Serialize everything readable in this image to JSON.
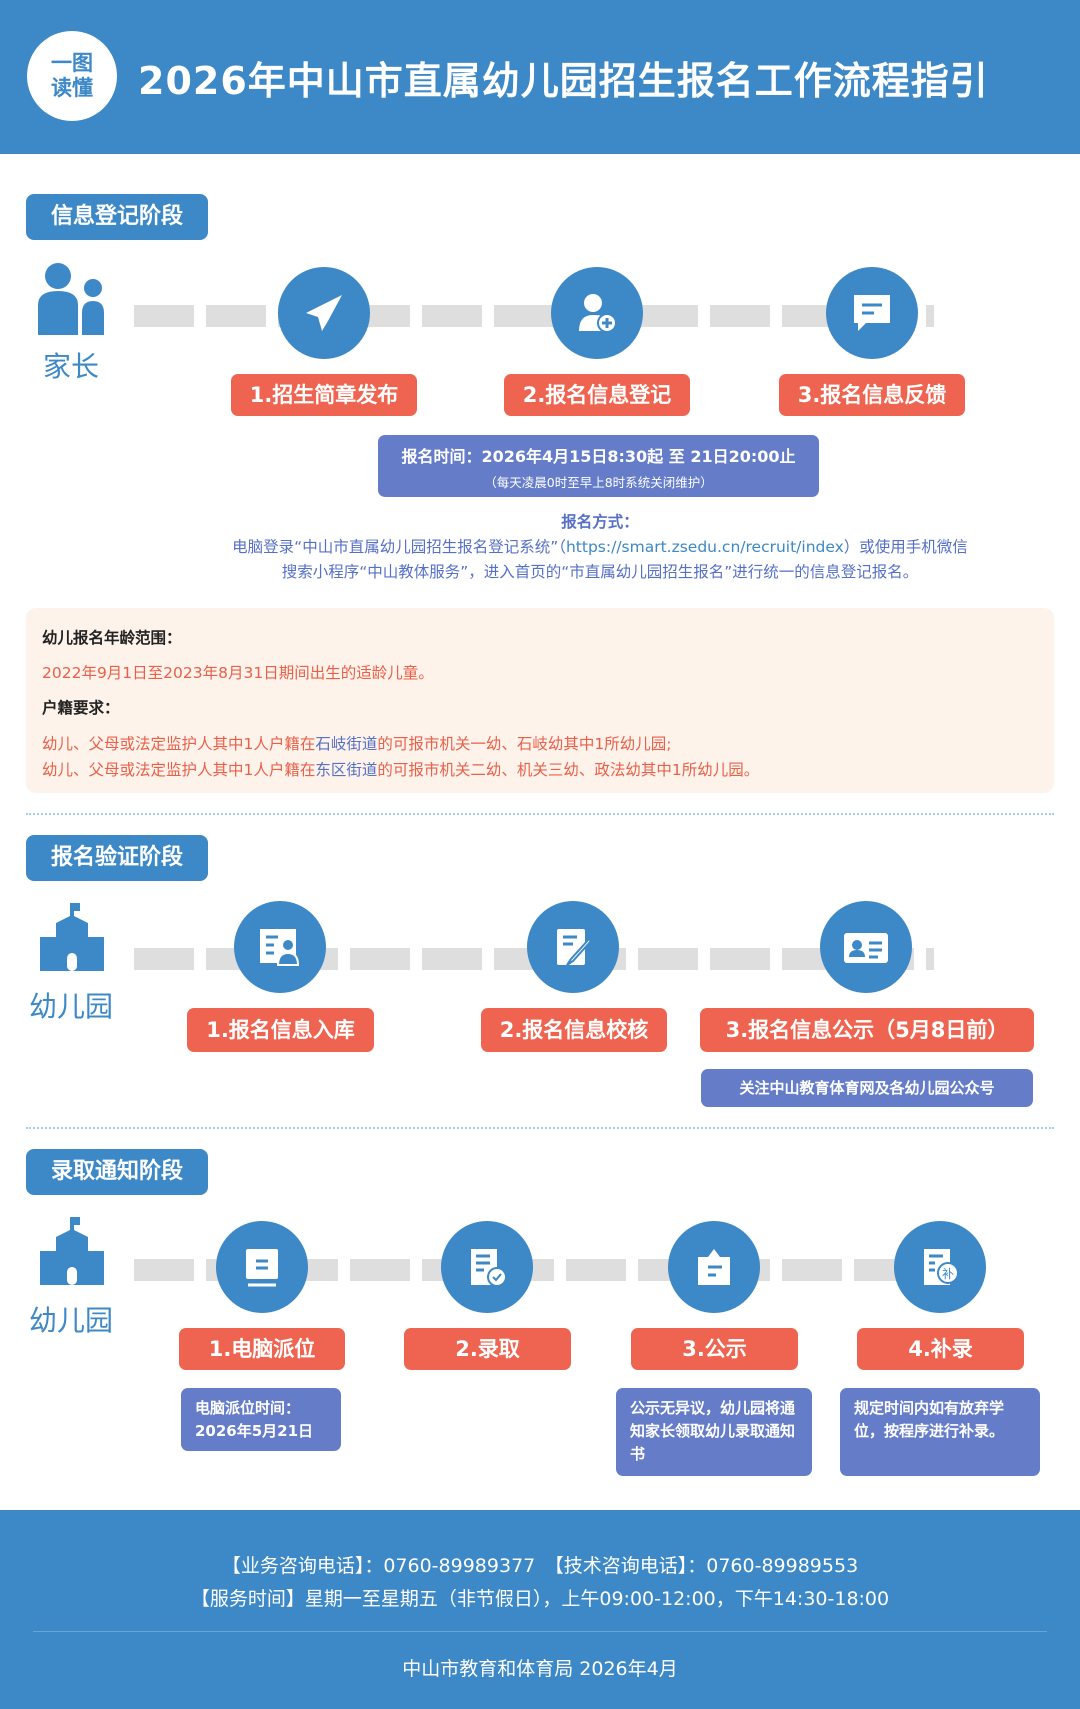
{
  "header": {
    "badge_line1": "一图",
    "badge_line2": "读懂",
    "title": "2026年中山市直属幼儿园招生报名工作流程指引"
  },
  "stage1": {
    "label": "信息登记阶段",
    "actor": "家长",
    "steps": [
      "1.招生简章发布",
      "2.报名信息登记",
      "3.报名信息反馈"
    ],
    "time_main": "报名时间：2026年4月15日8:30起 至 21日20:00止",
    "time_note": "（每天凌晨0时至早上8时系统关闭维护）",
    "method_title": "报名方式：",
    "method_line1_a": "电脑登录“中山市直属幼儿园招生报名登记系统”（",
    "method_url": "https://smart.zsedu.cn/recruit/index",
    "method_line1_b": "）或使用手机微信",
    "method_line2": "搜索小程序“中山教体服务”，进入首页的“市直属幼儿园招生报名”进行统一的信息登记报名。"
  },
  "requirements": {
    "age_title": "幼儿报名年龄范围：",
    "age_text": "2022年9月1日至2023年8月31日期间出生的适龄儿童。",
    "hukou_title": "户籍要求：",
    "line1_a": "幼儿、父母或法定监护人其中1人户籍在",
    "line1_hl": "石岐街道",
    "line1_b": "的可报市机关一幼、石岐幼其中1所幼儿园;",
    "line2_a": "幼儿、父母或法定监护人其中1人户籍在",
    "line2_hl": "东区街道",
    "line2_b": "的可报市机关二幼、机关三幼、政法幼其中1所幼儿园。"
  },
  "stage2": {
    "label": "报名验证阶段",
    "actor": "幼儿园",
    "steps": [
      "1.报名信息入库",
      "2.报名信息校核",
      "3.报名信息公示（5月8日前）"
    ],
    "note": "关注中山教育体育网及各幼儿园公众号"
  },
  "stage3": {
    "label": "录取通知阶段",
    "actor": "幼儿园",
    "steps": [
      "1.电脑派位",
      "2.录取",
      "3.公示",
      "4.补录"
    ],
    "note1": "电脑派位时间：2026年5月21日",
    "note3": "公示无异议，幼儿园将通知家长领取幼儿录取通知书",
    "note4": "规定时间内如有放弃学位，按程序进行补录。"
  },
  "footer": {
    "line1": "【业务咨询电话】：0760-89989377　【技术咨询电话】：0760-89989553",
    "line2": "【服务时间】星期一至星期五（非节假日），上午09:00-12:00，下午14:30-18:00",
    "issuer": "中山市教育和体育局 2026年4月"
  },
  "colors": {
    "blue": "#3d88c6",
    "red": "#ef6450",
    "purple": "#657cc9",
    "peach": "#fef3ea"
  }
}
